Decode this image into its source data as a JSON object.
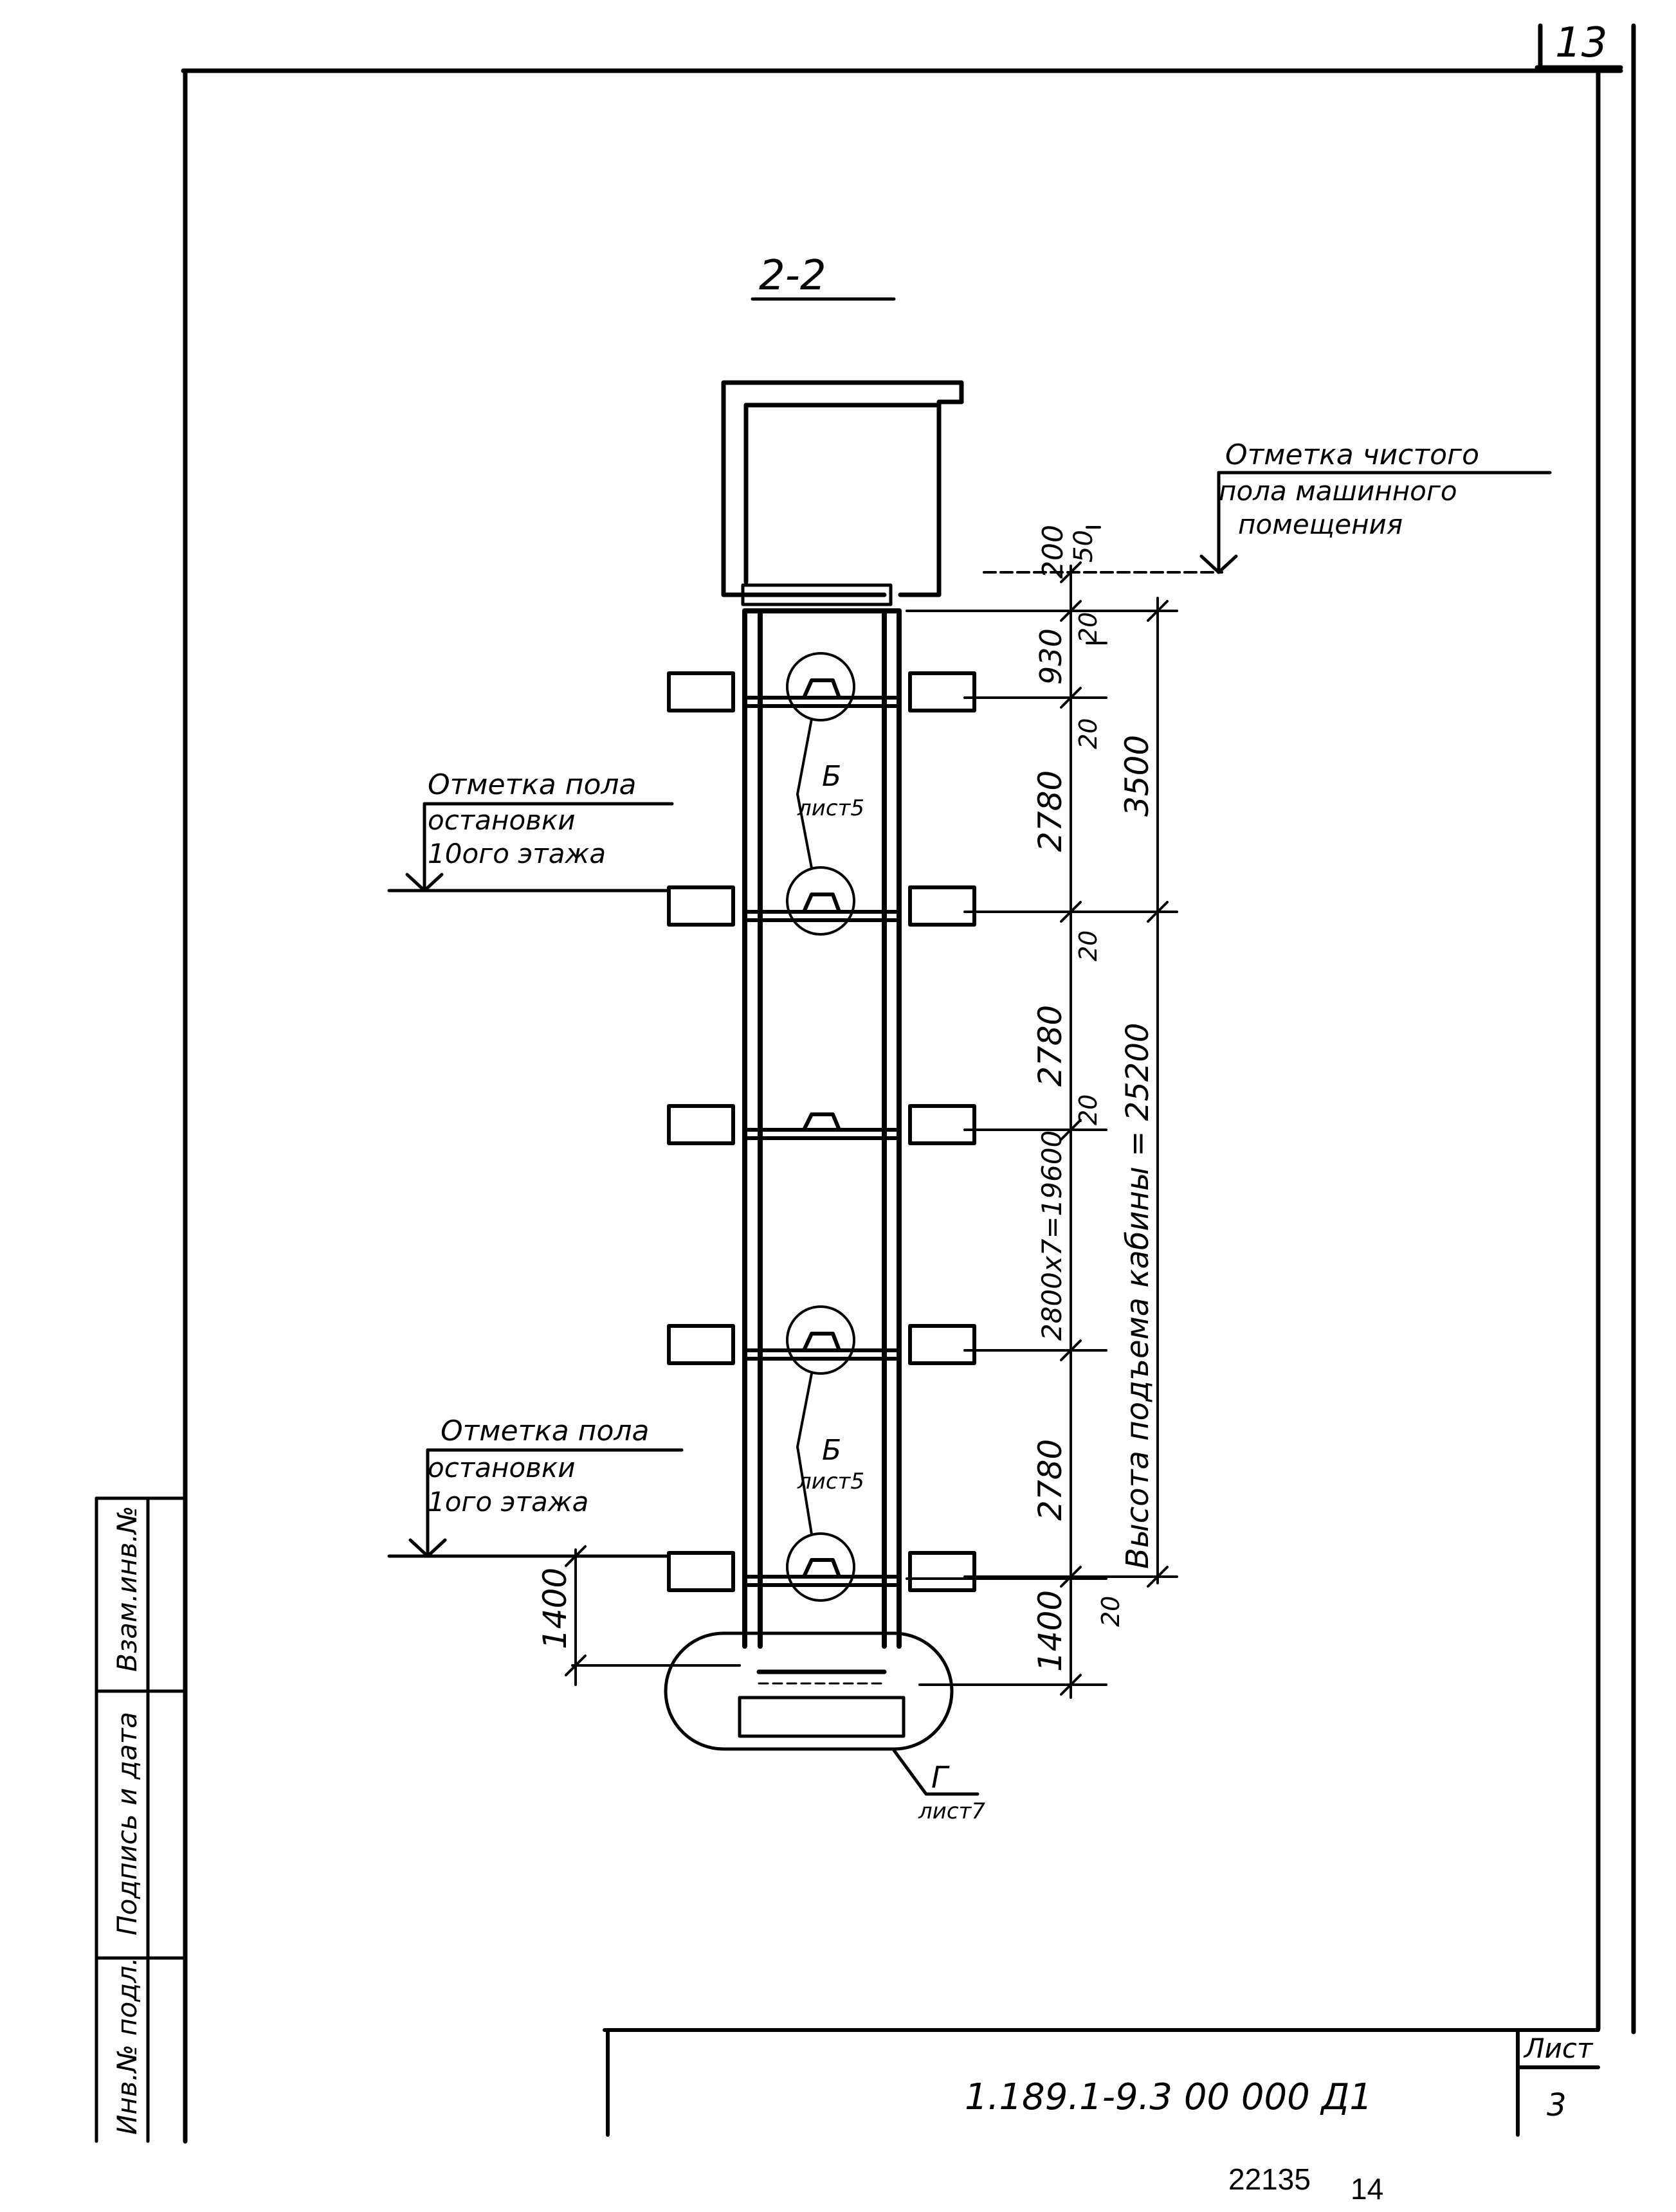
{
  "sheet_corner_number": "13",
  "section_title": "2-2",
  "labels": {
    "machine_room_line1": "Отметка чистого",
    "machine_room_line2": "пола машинного",
    "machine_room_line3": "помещения",
    "floor10_line1": "Отметка пола",
    "floor10_line2": "остановки",
    "floor10_line3": "10ого этажа",
    "floor1_line1": "Отметка пола",
    "floor1_line2": "остановки",
    "floor1_line3": "1ого этажа",
    "callout_b_upper": "Б",
    "callout_b_upper_sheet": "лист5",
    "callout_b_lower": "Б",
    "callout_b_lower_sheet": "лист5",
    "callout_g": "Г",
    "callout_g_sheet": "лист7"
  },
  "dimensions": {
    "d200": "200",
    "d50": "50",
    "d20_top": "20",
    "d930": "930",
    "d20_a": "20",
    "d2780_a": "2780",
    "d3500": "3500",
    "d20_b": "20",
    "d2780_b": "2780",
    "d20_c": "20",
    "d2800x7": "2800x7=19600",
    "d2780_c": "2780",
    "d1400_left": "1400",
    "d1400_right": "1400",
    "d20_bottom": "20",
    "lift_height": "Высота подъема кабины = 25200"
  },
  "side_stamp": {
    "col1": "Инв.№ подл.",
    "col2": "Подпись и дата",
    "col3": "Взам.инв.№"
  },
  "title_block": {
    "doc_code": "1.189.1-9.3 00 000 Д1",
    "sheet_label": "Лист",
    "sheet_number": "3"
  },
  "footer": {
    "left_number": "22135",
    "right_number": "14"
  }
}
